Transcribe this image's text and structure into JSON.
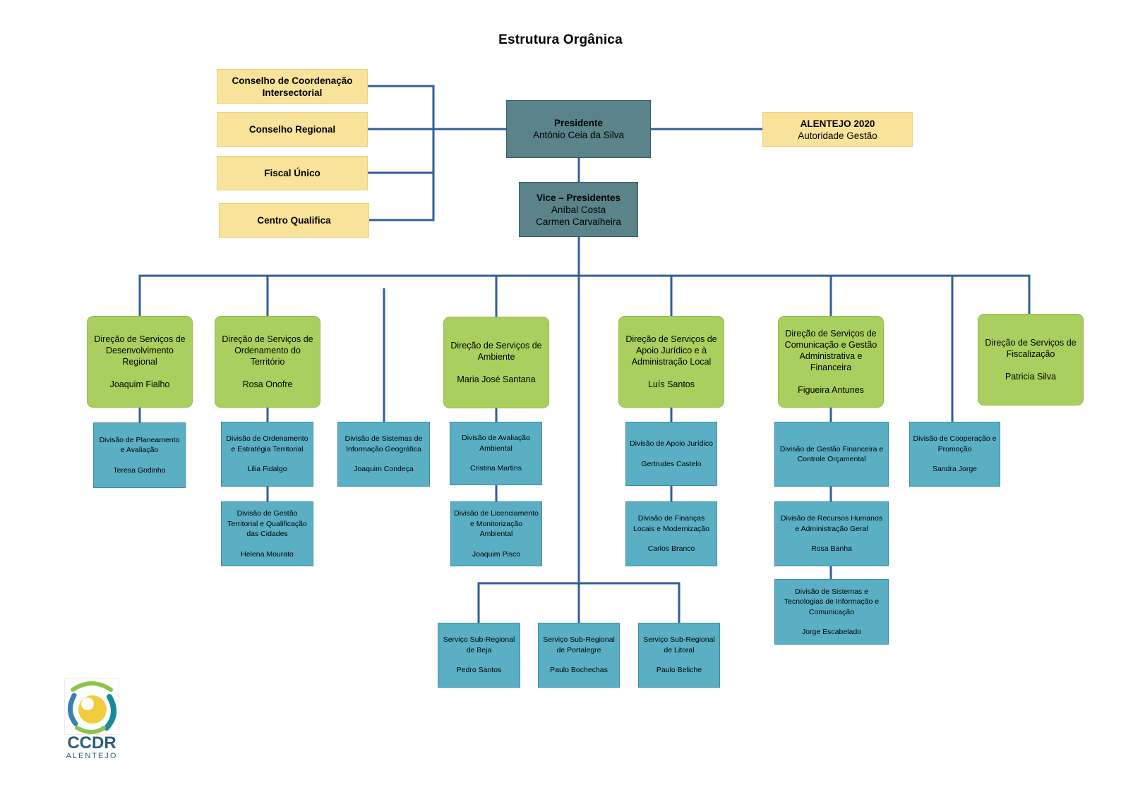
{
  "title": "Estrutura Orgânica",
  "colors": {
    "advisory": "#f9e39a",
    "leadership": "#5a8489",
    "directorate": "#a9d05e",
    "division": "#5aafc4",
    "connector": "#2f5f9a"
  },
  "advisory": [
    {
      "title": "Conselho de Coordenação Intersectorial"
    },
    {
      "title": "Conselho Regional"
    },
    {
      "title": "Fiscal Único"
    },
    {
      "title": "Centro Qualifica"
    }
  ],
  "president": {
    "title": "Presidente",
    "name": "António Ceia da Silva"
  },
  "alentejo2020": {
    "title": "ALENTEJO 2020",
    "subtitle": "Autoridade Gestão"
  },
  "vice": {
    "title": "Vice – Presidentes",
    "names": [
      "Aníbal Costa",
      "Carmen Carvalheira"
    ]
  },
  "directorates": [
    {
      "title": "Direção de Serviços de Desenvolvimento Regional",
      "name": "Joaquim Fialho"
    },
    {
      "title": "Direção de Serviços de Ordenamento do Território",
      "name": "Rosa Onofre"
    },
    {
      "title": "Direção de Serviços de Ambiente",
      "name": "Maria José Santana"
    },
    {
      "title": "Direção de Serviços de Apoio Jurídico e à Administração Local",
      "name": "Luís Santos"
    },
    {
      "title": "Direção de Serviços de Comunicação e Gestão Administrativa e Financeira",
      "name": "Figueira Antunes"
    },
    {
      "title": "Direção de Serviços de Fiscalização",
      "name": "Patricia Silva"
    }
  ],
  "divisions": [
    {
      "title": "Divisão de Planeamento e Avaliação",
      "name": "Teresa Godinho"
    },
    {
      "title": "Divisão de Ordenamento e Estratégia Territorial",
      "name": "Lilia Fidalgo"
    },
    {
      "title": "Divisão de Gestão Territorial e Qualificação das Cidades",
      "name": "Helena Mourato"
    },
    {
      "title": "Divisão de Sistemas de Informação Geográfica",
      "name": "Joaquim Condeça"
    },
    {
      "title": "Divisão de Avaliação Ambiental",
      "name": "Cristina Martins"
    },
    {
      "title": "Divisão de Licenciamento e Monitorização Ambiental",
      "name": "Joaquim Pisco"
    },
    {
      "title": "Divisão de Apoio Jurídico",
      "name": "Gertrudes Castelo"
    },
    {
      "title": "Divisão de Finanças Locais e Modernização",
      "name": "Carlos Branco"
    },
    {
      "title": "Divisão de Gestão Financeira e Controle Orçamental",
      "name": ""
    },
    {
      "title": "Divisão de Recursos Humanos e Administração Geral",
      "name": "Rosa Banha"
    },
    {
      "title": "Divisão de Sistemas e Tecnologias de Informação e Comunicação",
      "name": "Jorge Escabelado"
    },
    {
      "title": "Divisão de Cooperação e Promoção",
      "name": "Sandra Jorge"
    }
  ],
  "subregional": [
    {
      "title": "Serviço Sub-Regional de Beja",
      "name": "Pedro Santos"
    },
    {
      "title": "Serviço Sub-Regional de Portalegre",
      "name": "Paulo Bochechas"
    },
    {
      "title": "Serviço Sub-Regional de Litoral",
      "name": "Paulo Beliche"
    }
  ],
  "logo": {
    "text": "CCDR",
    "subtext": "ALENTEJO"
  }
}
